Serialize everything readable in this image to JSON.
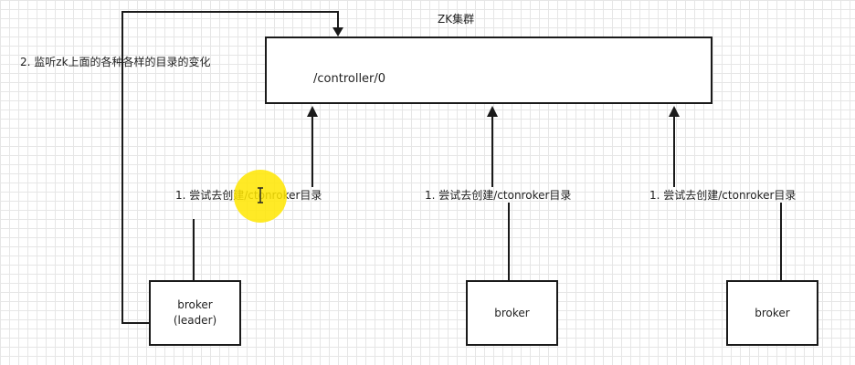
{
  "diagram": {
    "cluster_title": "ZK集群",
    "controller_path": "/controller/0",
    "watch_note": "2. 监听zk上面的各种各样的目录的变化",
    "brokers": [
      {
        "line1": "broker",
        "line2": "(leader)",
        "create_label": "1. 尝试去创建/ctonroker目录"
      },
      {
        "line1": "broker",
        "line2": "",
        "create_label": "1. 尝试去创建/ctonroker目录"
      },
      {
        "line1": "broker",
        "line2": "",
        "create_label": "1. 尝试去创建/ctonroker目录"
      }
    ]
  },
  "style": {
    "line_color": "#1a1a1a",
    "grid_color": "#e6e6e6",
    "highlight_color": "#ffe600"
  }
}
